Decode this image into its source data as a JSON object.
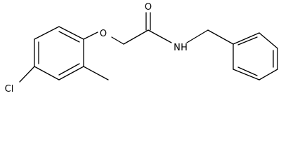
{
  "molecule": {
    "atoms": {
      "oxygen_ether": "O",
      "oxygen_carbonyl": "O",
      "nitrogen_amide": "N",
      "hydrogen_amide": "H",
      "chlorine": "Cl"
    },
    "colors": {
      "bond": "#000000",
      "label": "#000000",
      "background": "#ffffff"
    }
  }
}
